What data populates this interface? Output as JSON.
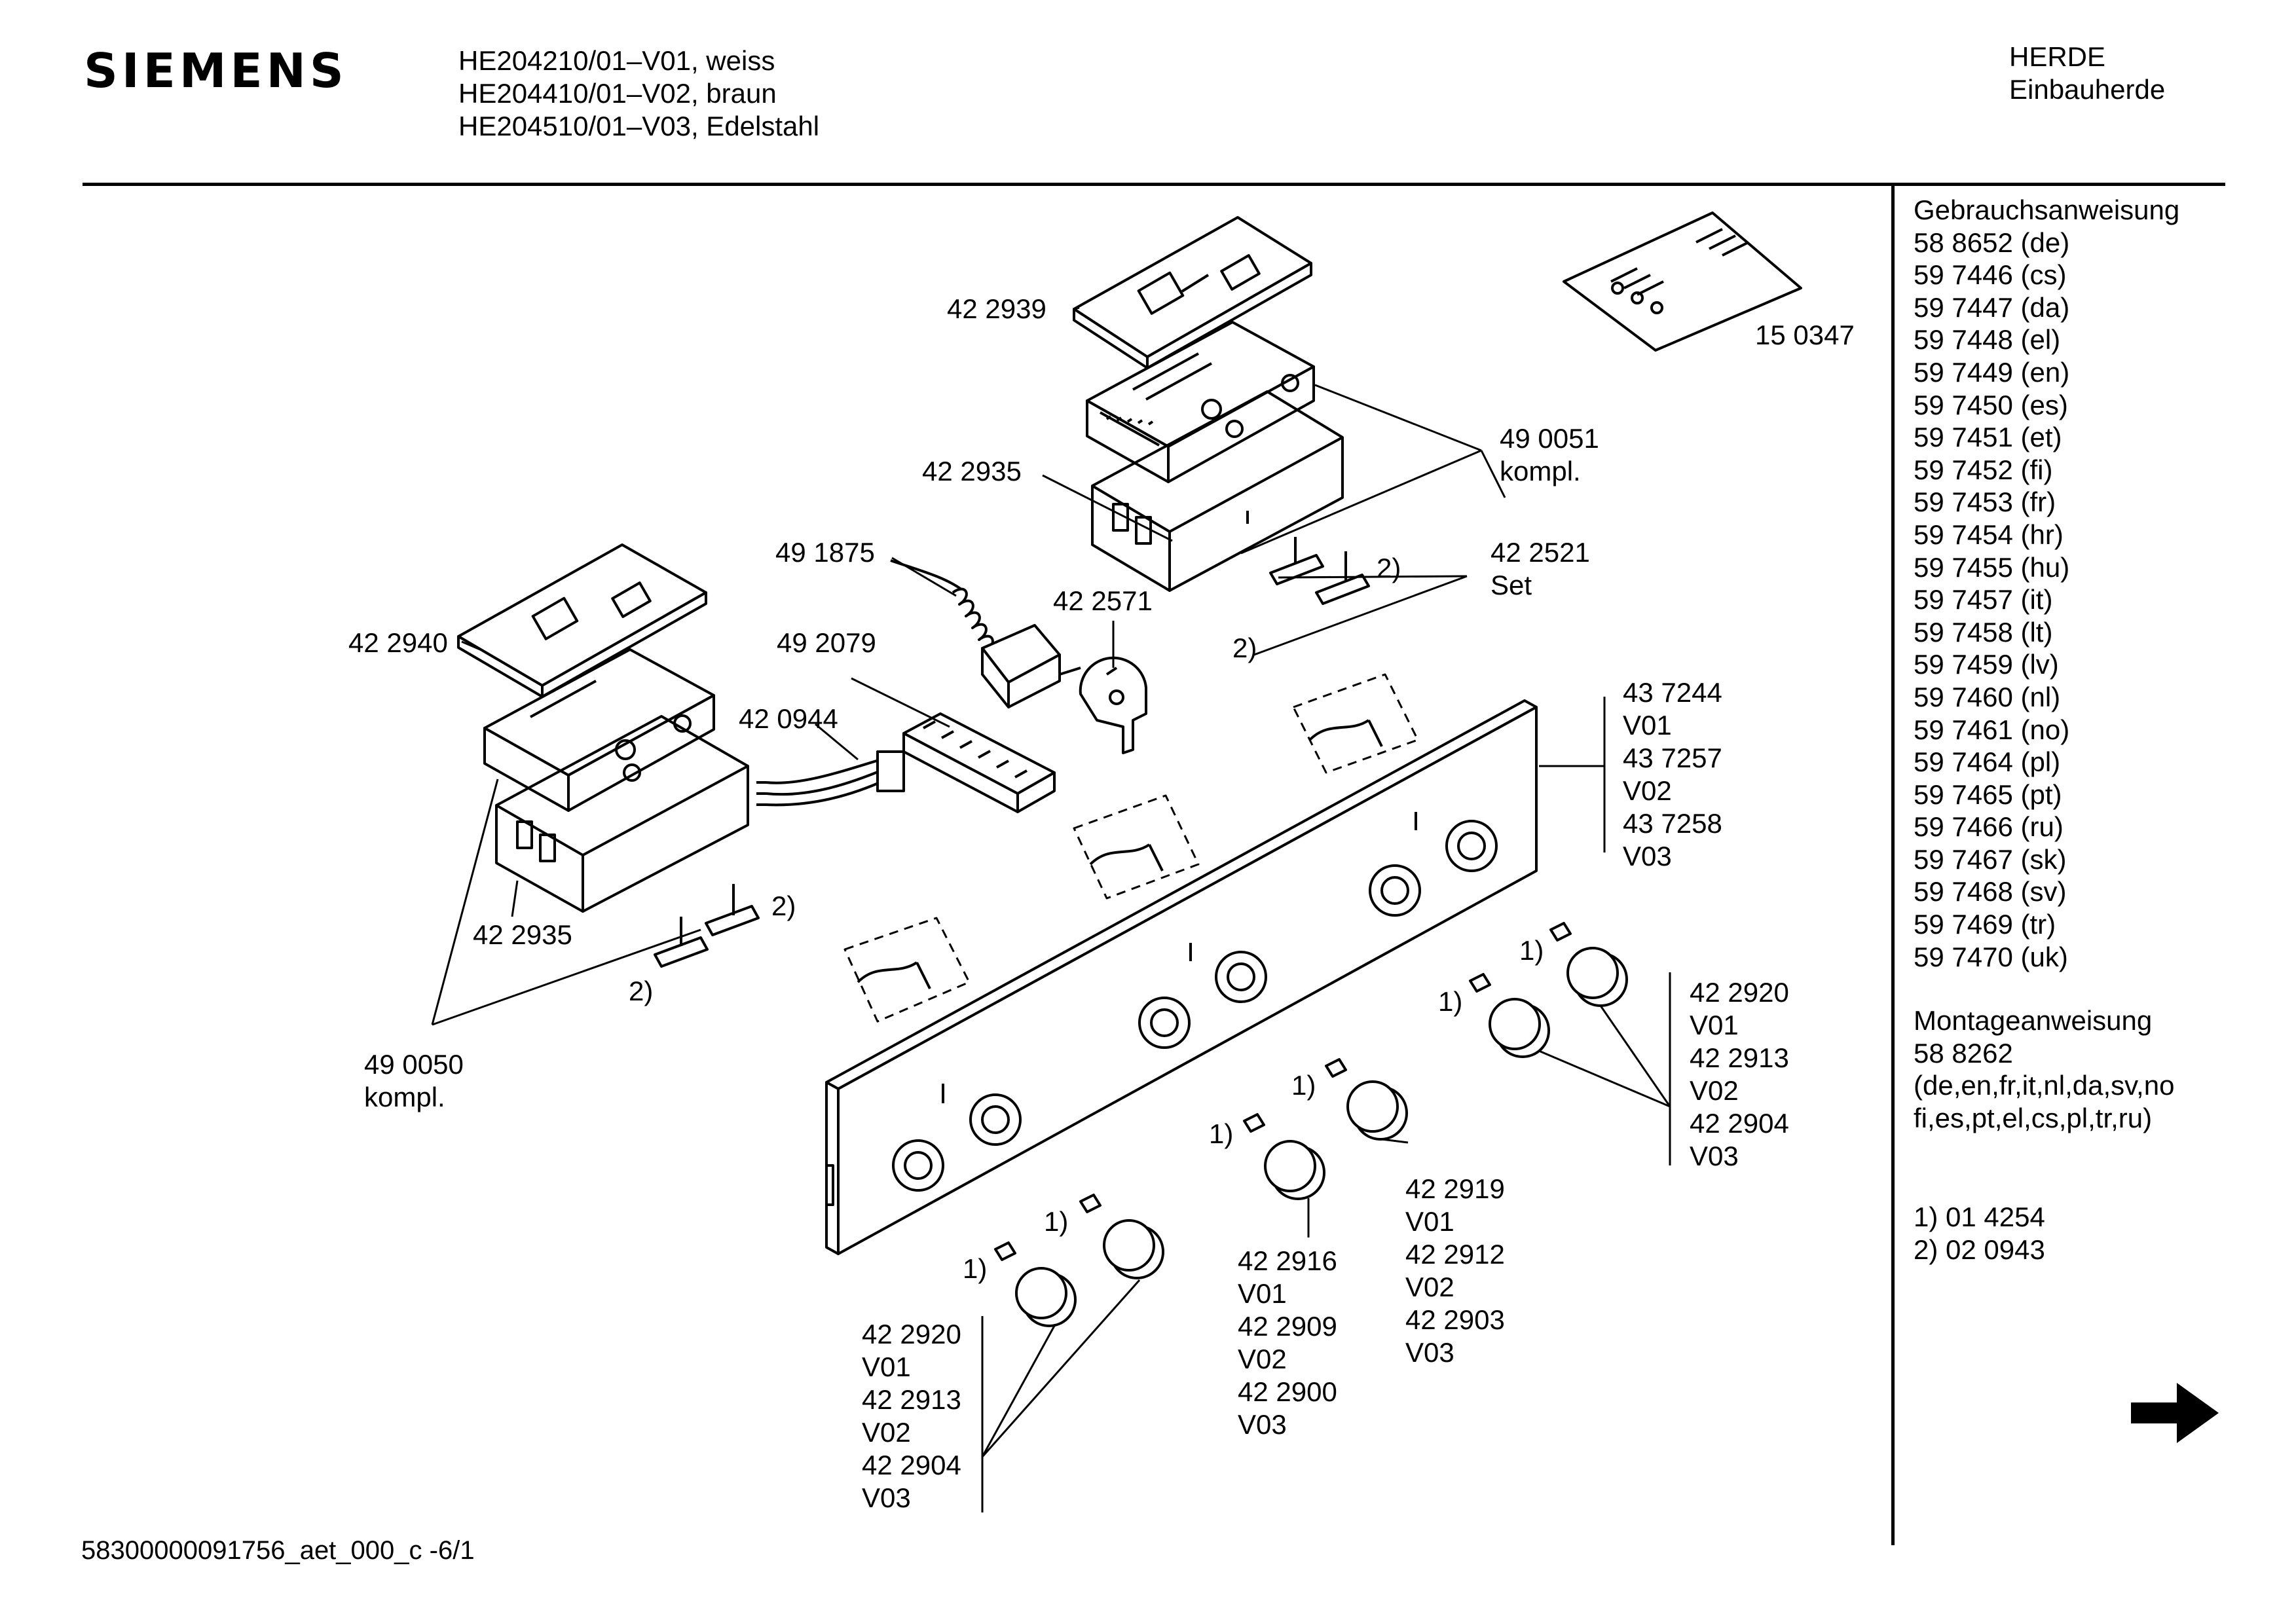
{
  "header": {
    "brand": "SIEMENS",
    "models": [
      "HE204210/01–V01, weiss",
      "HE204410/01–V02, braun",
      "HE204510/01–V03, Edelstahl"
    ],
    "category": [
      "HERDE",
      "Einbauherde"
    ]
  },
  "sidebar": {
    "manual_title": "Gebrauchsanweisung",
    "manuals": [
      "58 8652 (de)",
      "59 7446 (cs)",
      "59 7447 (da)",
      "59 7448 (el)",
      "59 7449 (en)",
      "59 7450 (es)",
      "59 7451 (et)",
      "59 7452 (fi)",
      "59 7453 (fr)",
      "59 7454 (hr)",
      "59 7455 (hu)",
      "59 7457 (it)",
      "59 7458 (lt)",
      "59 7459 (lv)",
      "59 7460 (nl)",
      "59 7461 (no)",
      "59 7464 (pl)",
      "59 7465 (pt)",
      "59 7466 (ru)",
      "59 7467 (sk)",
      "59 7468 (sv)",
      "59 7469 (tr)",
      "59 7470 (uk)"
    ],
    "assembly_title": "Montageanweisung",
    "assembly_lines": [
      "58 8262",
      "(de,en,fr,it,nl,da,sv,no",
      "fi,es,pt,el,cs,pl,tr,ru)"
    ],
    "notes": [
      "1) 01 4254",
      "2) 02 0943"
    ]
  },
  "parts": {
    "p1": "42 2939",
    "p2": "15 0347",
    "p3": "42 2935",
    "p4": [
      "49 0051",
      "kompl."
    ],
    "p5": "49 1875",
    "p6": "42 2571",
    "p7": [
      "42 2521",
      "Set"
    ],
    "p8": "42 2940",
    "p9": "49 2079",
    "p10": "42 0944",
    "p11": [
      "43 7244",
      "V01",
      "43 7257",
      "V02",
      "43 7258",
      "V03"
    ],
    "p12": "42 2935",
    "p13": [
      "49 0050",
      "kompl."
    ],
    "p14": [
      "42 2920",
      "V01",
      "42 2913",
      "V02",
      "42 2904",
      "V03"
    ],
    "p15": [
      "42 2919",
      "V01",
      "42 2912",
      "V02",
      "42 2903",
      "V03"
    ],
    "p16": [
      "42 2916",
      "V01",
      "42 2909",
      "V02",
      "42 2900",
      "V03"
    ],
    "p17": [
      "42 2920",
      "V01",
      "42 2913",
      "V02",
      "42 2904",
      "V03"
    ],
    "note2": "2)",
    "note1": "1)"
  },
  "footer": {
    "code": "58300000091756_aet_000_c  -6/1"
  },
  "icons": {
    "next": "right-arrow-icon"
  }
}
